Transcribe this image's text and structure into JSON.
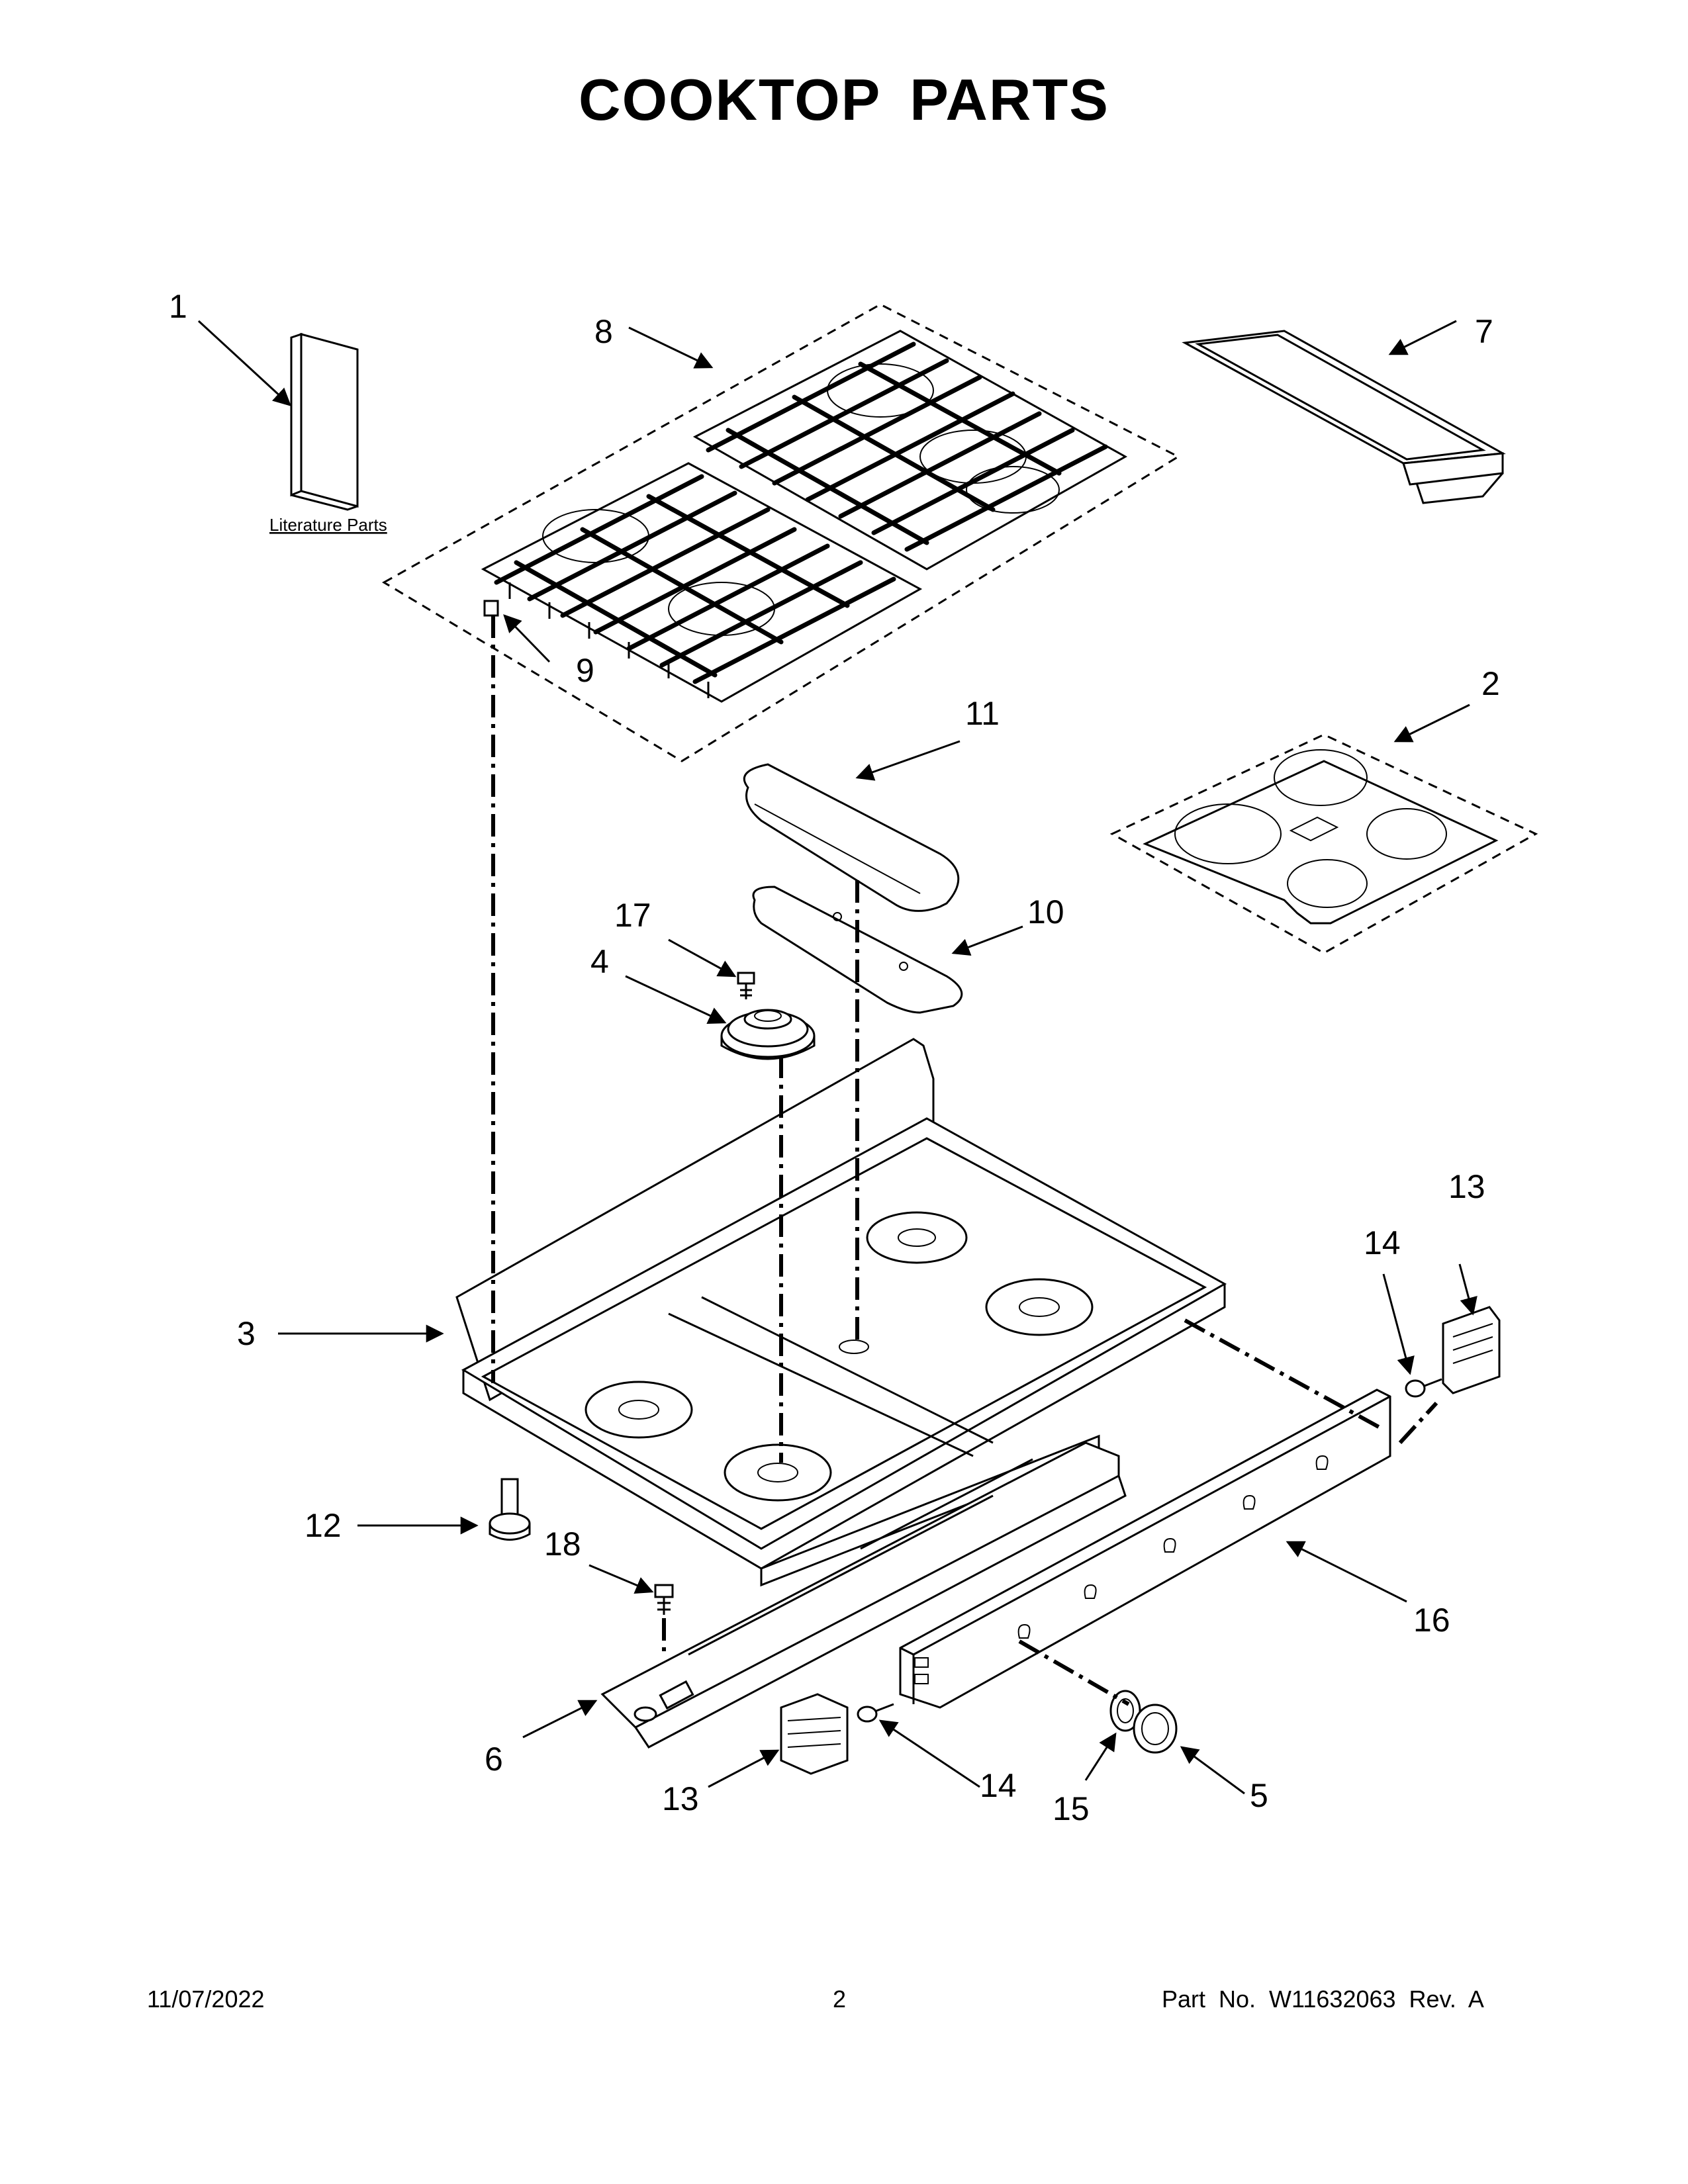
{
  "title": "COOKTOP PARTS",
  "literature_label": "Literature Parts",
  "callouts": {
    "c1": "1",
    "c2": "2",
    "c3": "3",
    "c4": "4",
    "c5": "5",
    "c6": "6",
    "c7": "7",
    "c8": "8",
    "c9": "9",
    "c10": "10",
    "c11": "11",
    "c12": "12",
    "c13a": "13",
    "c13b": "13",
    "c14a": "14",
    "c14b": "14",
    "c15": "15",
    "c16": "16",
    "c17": "17",
    "c18": "18"
  },
  "footer": {
    "date": "11/07/2022",
    "page": "2",
    "part_no": "Part No.  W11632063  Rev.  A"
  }
}
